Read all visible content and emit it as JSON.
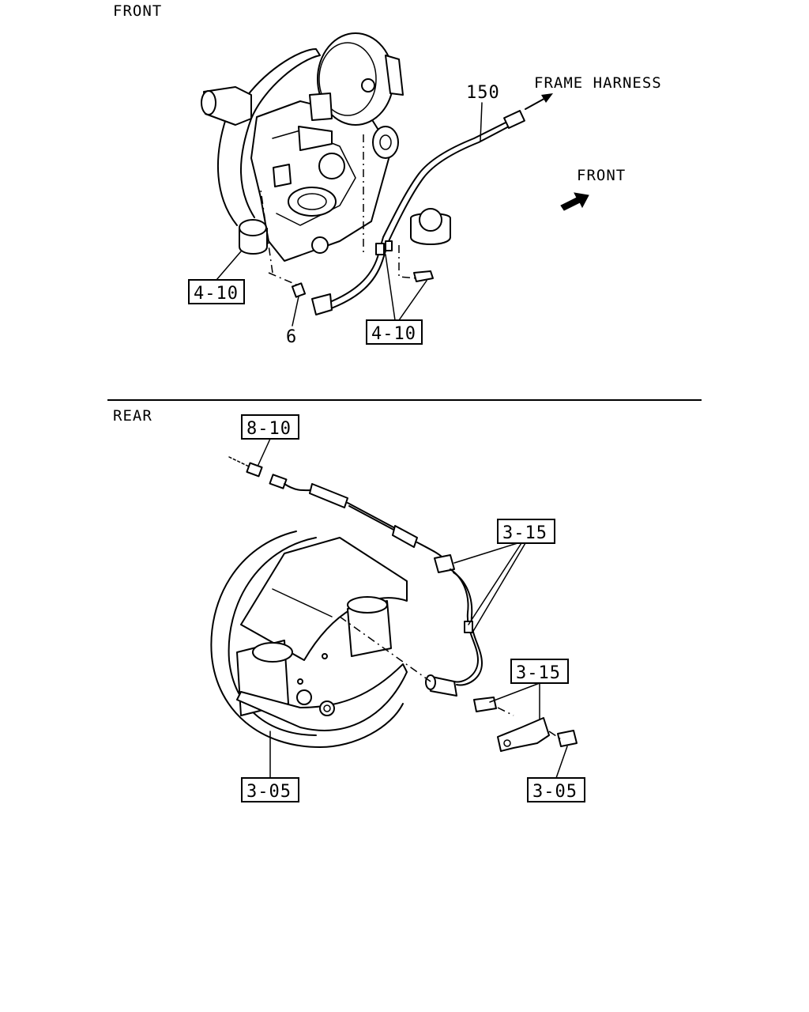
{
  "front": {
    "section_label": "FRONT",
    "frame_harness_label": "FRAME HARNESS",
    "direction_label": "FRONT",
    "callouts": {
      "part_150": "150",
      "part_6": "6",
      "ref_4_10_left": "4-10",
      "ref_4_10_bottom": "4-10"
    }
  },
  "rear": {
    "section_label": "REAR",
    "callouts": {
      "ref_8_10": "8-10",
      "ref_3_15_top": "3-15",
      "ref_3_15_mid": "3-15",
      "ref_3_05_left": "3-05",
      "ref_3_05_right": "3-05"
    }
  }
}
